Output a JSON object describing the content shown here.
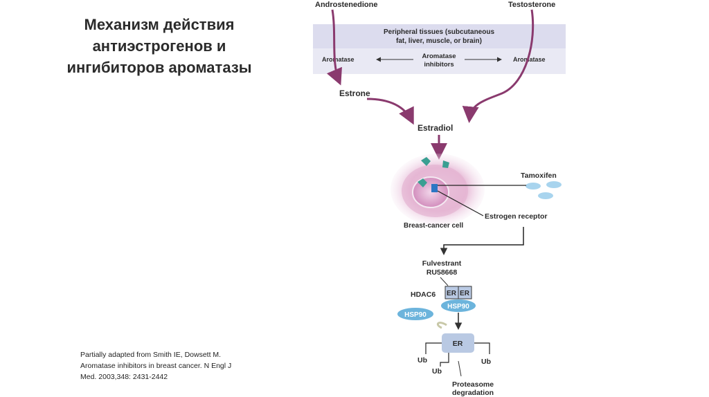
{
  "slide": {
    "title_lines": [
      "Механизм действия",
      "антиэстрогенов и",
      "ингибиторов ароматазы"
    ],
    "citation_lines": [
      "Partially adapted from Smith IE, Dowsett M.",
      "Aromatase inhibitors in breast cancer. N Engl J",
      "Med. 2003,348: 2431-2442"
    ]
  },
  "diagram": {
    "androstenedione": "Androstenedione",
    "testosterone": "Testosterone",
    "peripheral_line1": "Peripheral tissues (subcutaneous",
    "peripheral_line2": "fat, liver, muscle, or brain)",
    "aromatase_left": "Aromatase",
    "aromatase_right": "Aromatase",
    "inhibitors_line1": "Aromatase",
    "inhibitors_line2": "inhibitors",
    "estrone": "Estrone",
    "estradiol": "Estradiol",
    "tamoxifen": "Tamoxifen",
    "estrogen_receptor": "Estrogen receptor",
    "breast_cancer_cell": "Breast-cancer cell",
    "fulvestrant": "Fulvestrant",
    "ru": "RU58668",
    "hdac6": "HDAC6",
    "er1": "ER",
    "er2": "ER",
    "hsp90_right": "HSP90",
    "hsp90_left": "HSP90",
    "er_box": "ER",
    "ub_left": "Ub",
    "ub_bottom": "Ub",
    "ub_right": "Ub",
    "proteasome": "Proteasome",
    "degradation": "degradation"
  },
  "colors": {
    "arrow": "#8a3a6e",
    "band": "#dcdcee",
    "hsp90": "#6cb4dc",
    "er_box": "#b9c9e3"
  }
}
